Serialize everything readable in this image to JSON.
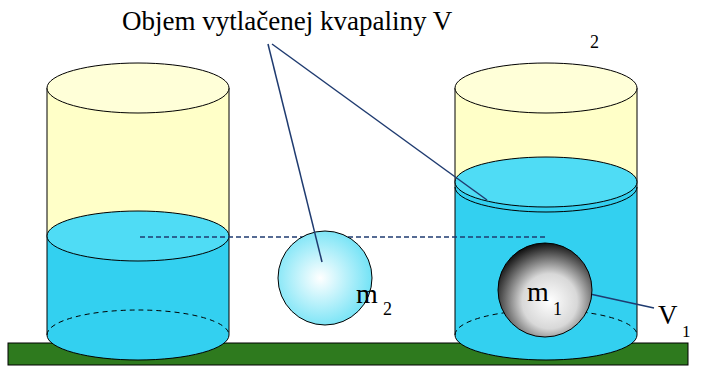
{
  "diagram": {
    "nodes": [
      {
        "text": [
          "m",
          "1"
        ]
      }
    ],
    "labels": [
      "Objem vytlačenej kvapaliny V",
      "2",
      "m",
      "2",
      "V",
      "1"
    ]
  }
}
